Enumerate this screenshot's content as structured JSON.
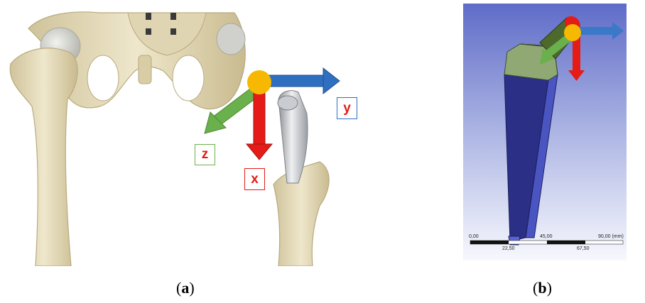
{
  "panel_a": {
    "axis_labels": {
      "x": "x",
      "y": "y",
      "z": "z"
    },
    "caption_letter": "a",
    "colors": {
      "x": "#e41b17",
      "y": "#2f6fc0",
      "z": "#6ab04c",
      "origin": "#f6b800"
    }
  },
  "panel_b": {
    "caption_letter": "b",
    "scale_top": [
      "0,00",
      "45,00",
      "90,00 (mm)"
    ],
    "scale_bottom": [
      "22,50",
      "67,50"
    ],
    "colors": {
      "x": "#e41b17",
      "y": "#3a78c8",
      "z": "#6ab04c",
      "origin": "#f6b800",
      "stem": "#2b2f85",
      "neck": "#8fa874"
    }
  }
}
